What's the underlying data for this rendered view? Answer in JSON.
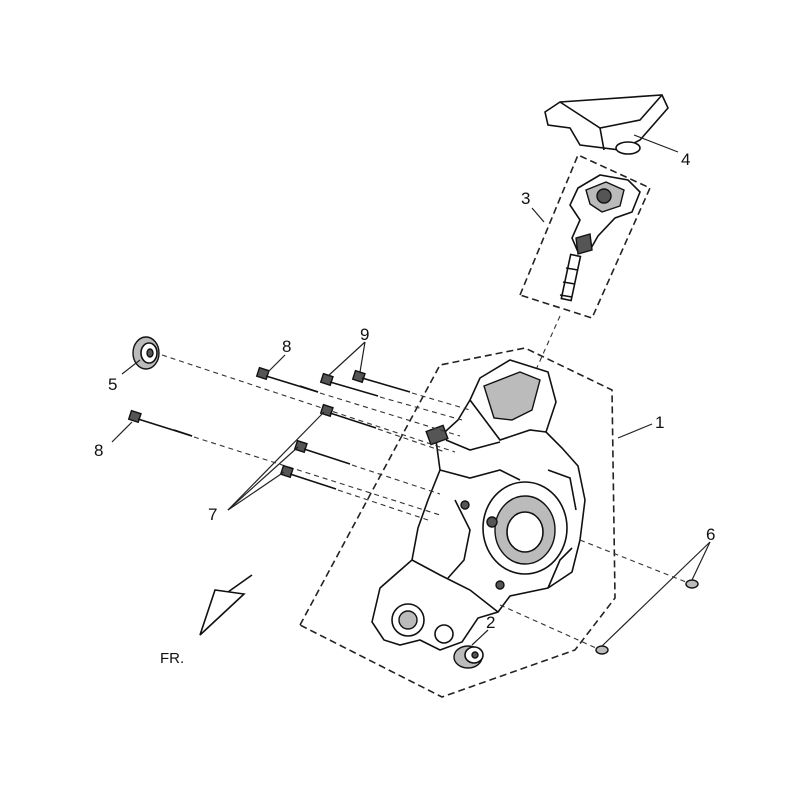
{
  "callouts": {
    "c1": "1",
    "c2": "2",
    "c3": "3",
    "c4": "4",
    "c5": "5",
    "c6": "6",
    "c7": "7",
    "c8a": "8",
    "c8b": "8",
    "c9": "9"
  },
  "direction_label": "FR."
}
